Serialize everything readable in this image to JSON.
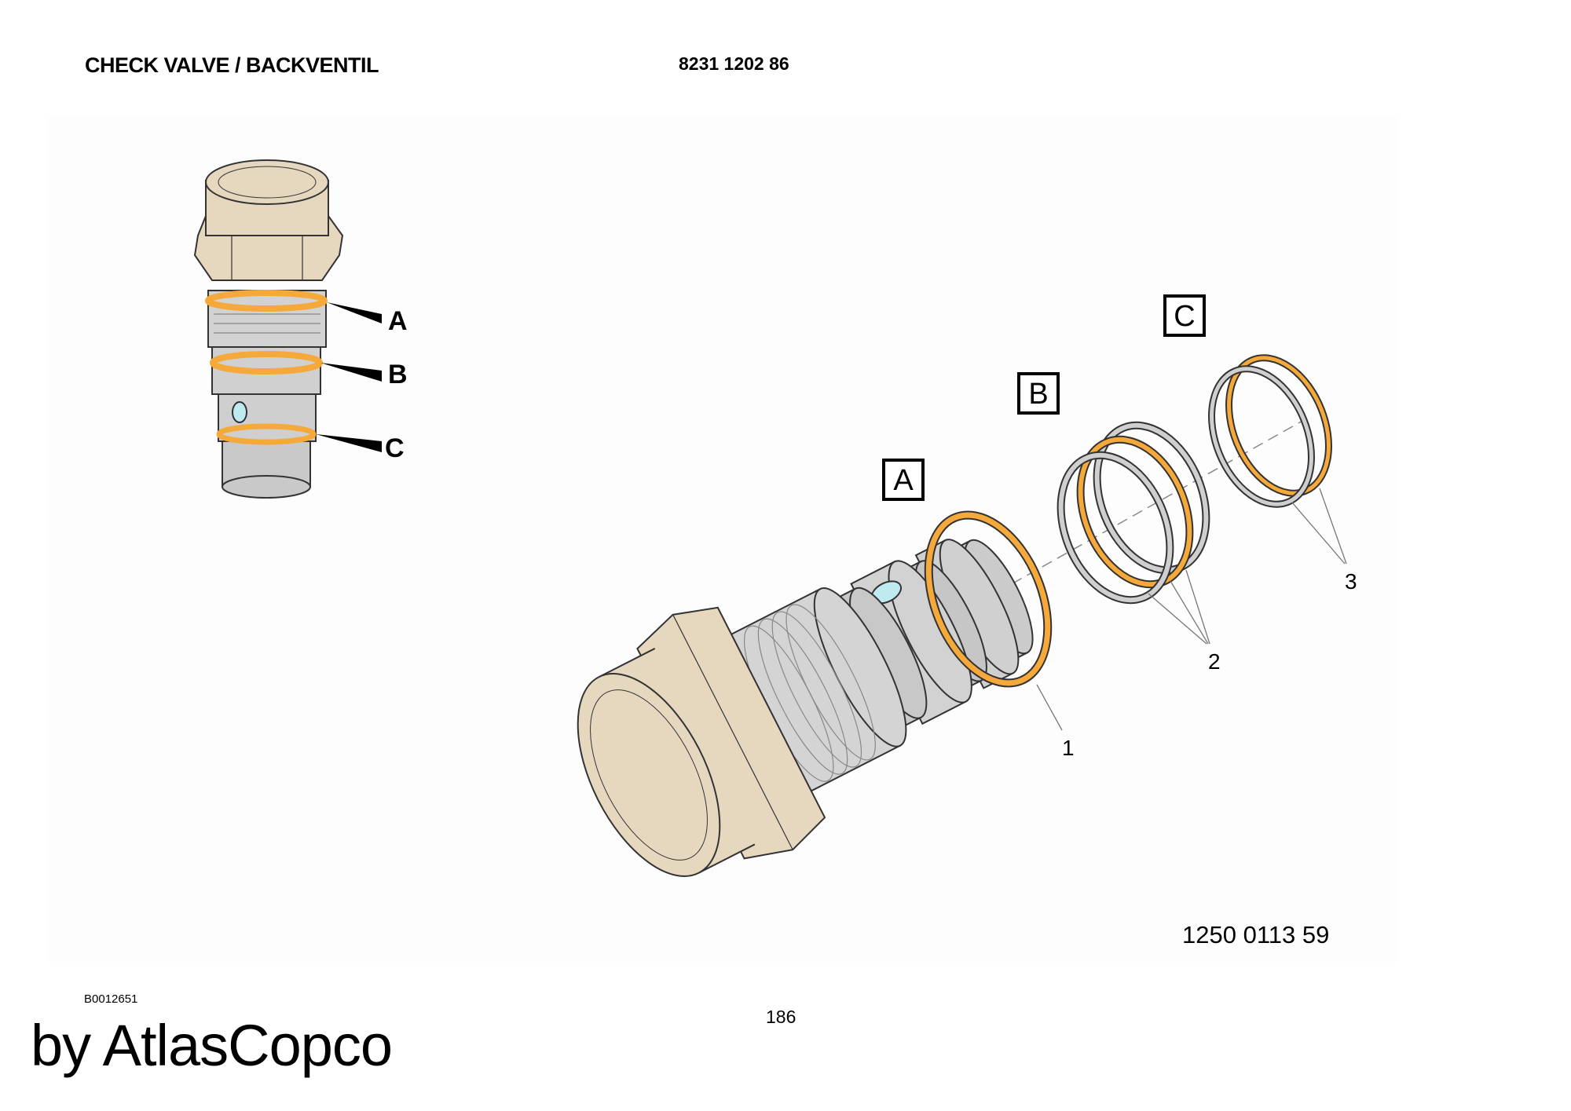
{
  "header": {
    "title": "CHECK VALVE / BACKVENTIL",
    "part_number": "8231 1202 86"
  },
  "drawing": {
    "overview_labels": [
      "A",
      "B",
      "C"
    ],
    "callout_boxes": [
      "A",
      "B",
      "C"
    ],
    "item_numbers": [
      "1",
      "2",
      "3"
    ],
    "kit_number": "1250 0113 59",
    "colors": {
      "brass": "#e6d8bf",
      "steel": "#cfcfcf",
      "oring": "#f6a93b",
      "port": "#bfeaf0"
    }
  },
  "footer": {
    "image_id": "B0012651",
    "page_number": "186",
    "brand": "by AtlasCopco"
  }
}
